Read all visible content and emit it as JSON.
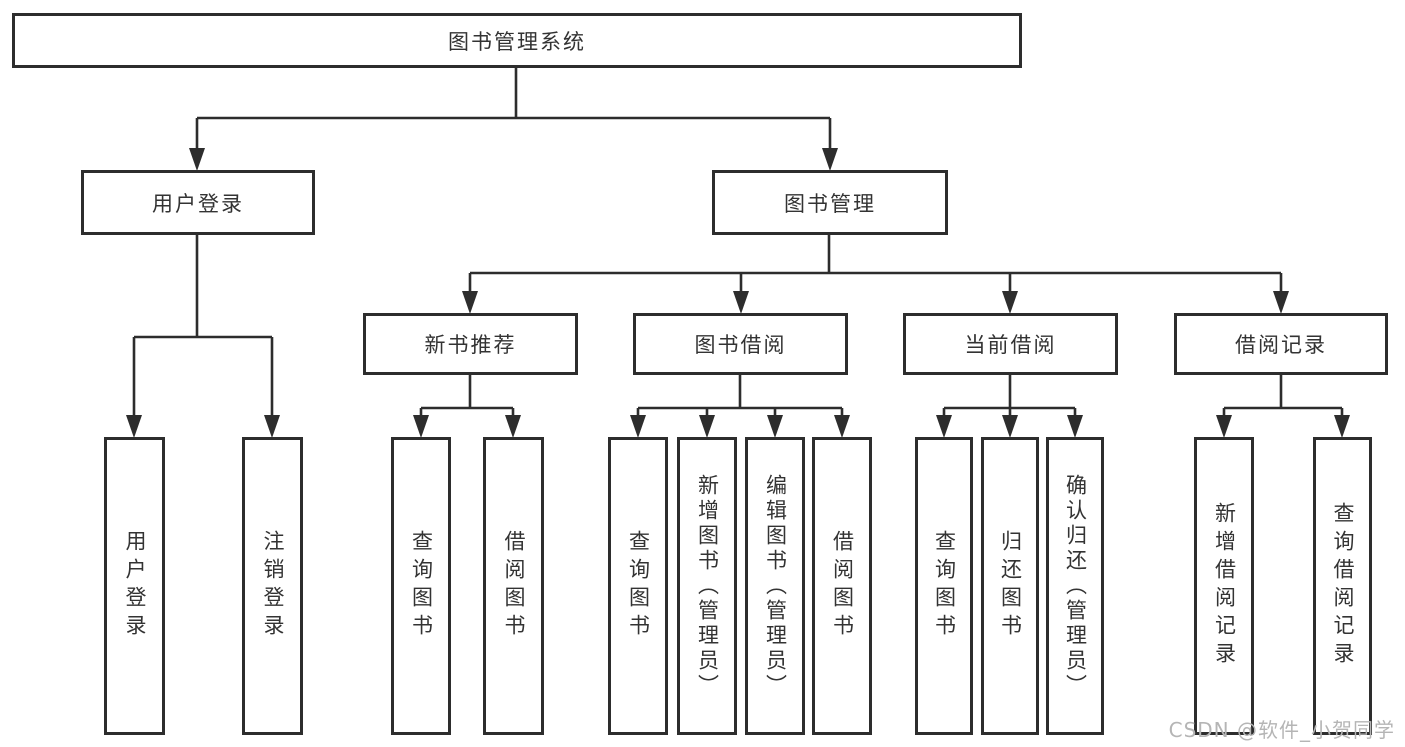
{
  "nodes": {
    "root": "图书管理系统",
    "user_login": "用户登录",
    "book_mgmt": "图书管理",
    "new_book_rec": "新书推荐",
    "book_borrow": "图书借阅",
    "current_borrow": "当前借阅",
    "borrow_records": "借阅记录",
    "leaf_user_login": "用户登录",
    "leaf_logout": "注销登录",
    "leaf_nbr_query": "查询图书",
    "leaf_nbr_borrow": "借阅图书",
    "leaf_bb_query": "查询图书",
    "leaf_bb_add": "新增图书（管理员）",
    "leaf_bb_edit": "编辑图书（管理员）",
    "leaf_bb_borrow": "借阅图书",
    "leaf_cb_query": "查询图书",
    "leaf_cb_return": "归还图书",
    "leaf_cb_confirm": "确认归还（管理员）",
    "leaf_br_add": "新增借阅记录",
    "leaf_br_query": "查询借阅记录"
  },
  "watermark": "CSDN @软件_小贺同学",
  "colors": {
    "line": "#2d2d2d",
    "box_border": "#2d2d2d",
    "box_background": "#ffffff",
    "text": "#333333",
    "watermark": "#b5b5b5"
  }
}
